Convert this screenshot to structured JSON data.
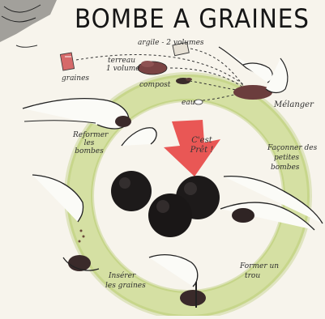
{
  "title": "BOMBE A GRAINES",
  "steps": {
    "ingredient_1": "graines",
    "ingredient_2": "terreau",
    "ingredient_2b": "1 volume",
    "ingredient_3": "argile - 2 volumes",
    "ingredient_4": "compost",
    "ingredient_5": "eau",
    "step_mix": "Mélanger",
    "step_reform": "Reformer les bombes",
    "step_shape_1": "Façonner des",
    "step_shape_2": "petites",
    "step_shape_3": "bombes",
    "step_insert_1": "Insérer",
    "step_insert_2": "les graines",
    "step_hole_1": "Former un",
    "step_hole_2": "trou",
    "center_1": "C'est",
    "center_2": "Prêt !"
  },
  "colors": {
    "paper": "#f7f4ec",
    "ring": "#b9cf68",
    "arrow": "#e63b3b",
    "ink": "#222222",
    "earth": "#6b3d3d"
  }
}
